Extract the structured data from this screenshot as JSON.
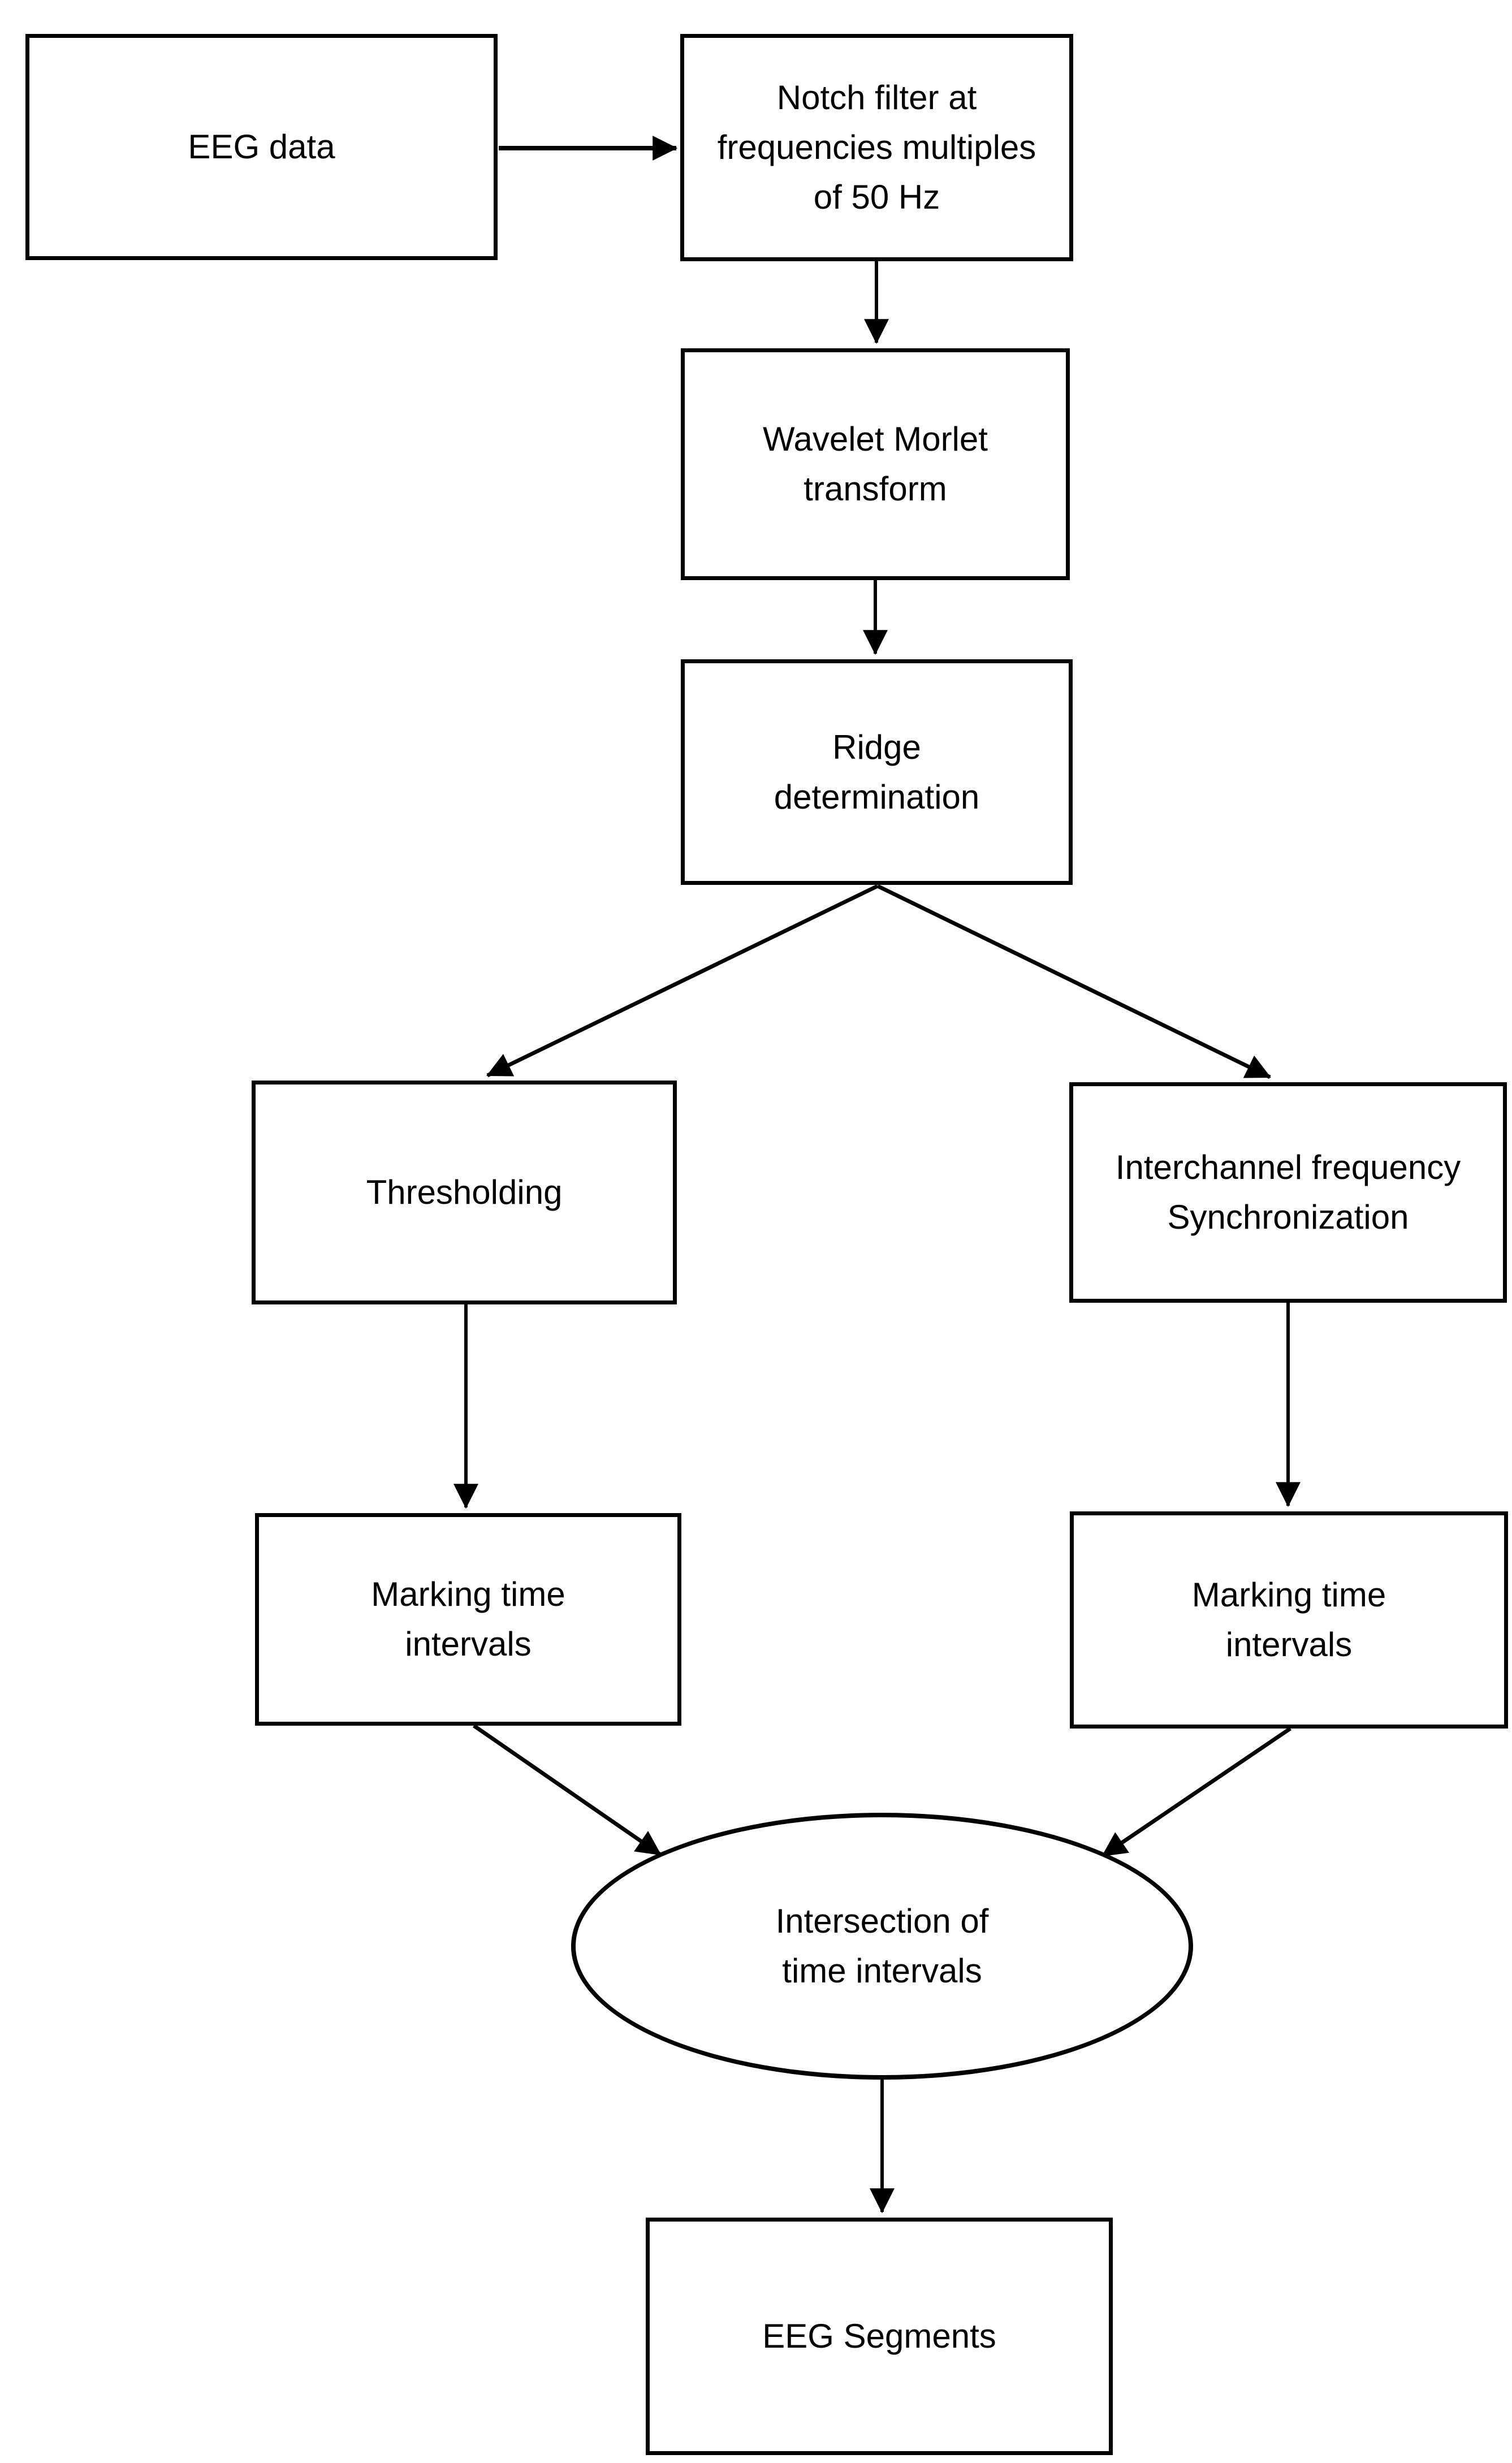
{
  "diagram": {
    "type": "flowchart",
    "colors": {
      "stroke": "#000000",
      "fill": "#ffffff",
      "text": "#000000"
    },
    "nodes": {
      "eeg_data": {
        "shape": "rect",
        "lines": [
          "EEG data"
        ]
      },
      "notch_filter": {
        "shape": "rect",
        "lines": [
          "Notch filter at",
          "frequencies multiples",
          "of 50 Hz"
        ]
      },
      "wavelet_morlet": {
        "shape": "rect",
        "lines": [
          "Wavelet Morlet",
          "transform"
        ]
      },
      "ridge_determination": {
        "shape": "rect",
        "lines": [
          "Ridge",
          "determination"
        ]
      },
      "thresholding": {
        "shape": "rect",
        "lines": [
          "Thresholding"
        ]
      },
      "interchannel_sync": {
        "shape": "rect",
        "lines": [
          "Interchannel frequency",
          "Synchronization"
        ]
      },
      "marking_time_left": {
        "shape": "rect",
        "lines": [
          "Marking time",
          "intervals"
        ]
      },
      "marking_time_right": {
        "shape": "rect",
        "lines": [
          "Marking time",
          "intervals"
        ]
      },
      "intersection": {
        "shape": "ellipse",
        "lines": [
          "Intersection of",
          "time intervals"
        ]
      },
      "eeg_segments": {
        "shape": "rect",
        "lines": [
          "EEG Segments"
        ]
      }
    },
    "edges": [
      {
        "from": "eeg_data",
        "to": "notch_filter"
      },
      {
        "from": "notch_filter",
        "to": "wavelet_morlet"
      },
      {
        "from": "wavelet_morlet",
        "to": "ridge_determination"
      },
      {
        "from": "ridge_determination",
        "to": "thresholding"
      },
      {
        "from": "ridge_determination",
        "to": "interchannel_sync"
      },
      {
        "from": "thresholding",
        "to": "marking_time_left"
      },
      {
        "from": "interchannel_sync",
        "to": "marking_time_right"
      },
      {
        "from": "marking_time_left",
        "to": "intersection"
      },
      {
        "from": "marking_time_right",
        "to": "intersection"
      },
      {
        "from": "intersection",
        "to": "eeg_segments"
      }
    ]
  }
}
